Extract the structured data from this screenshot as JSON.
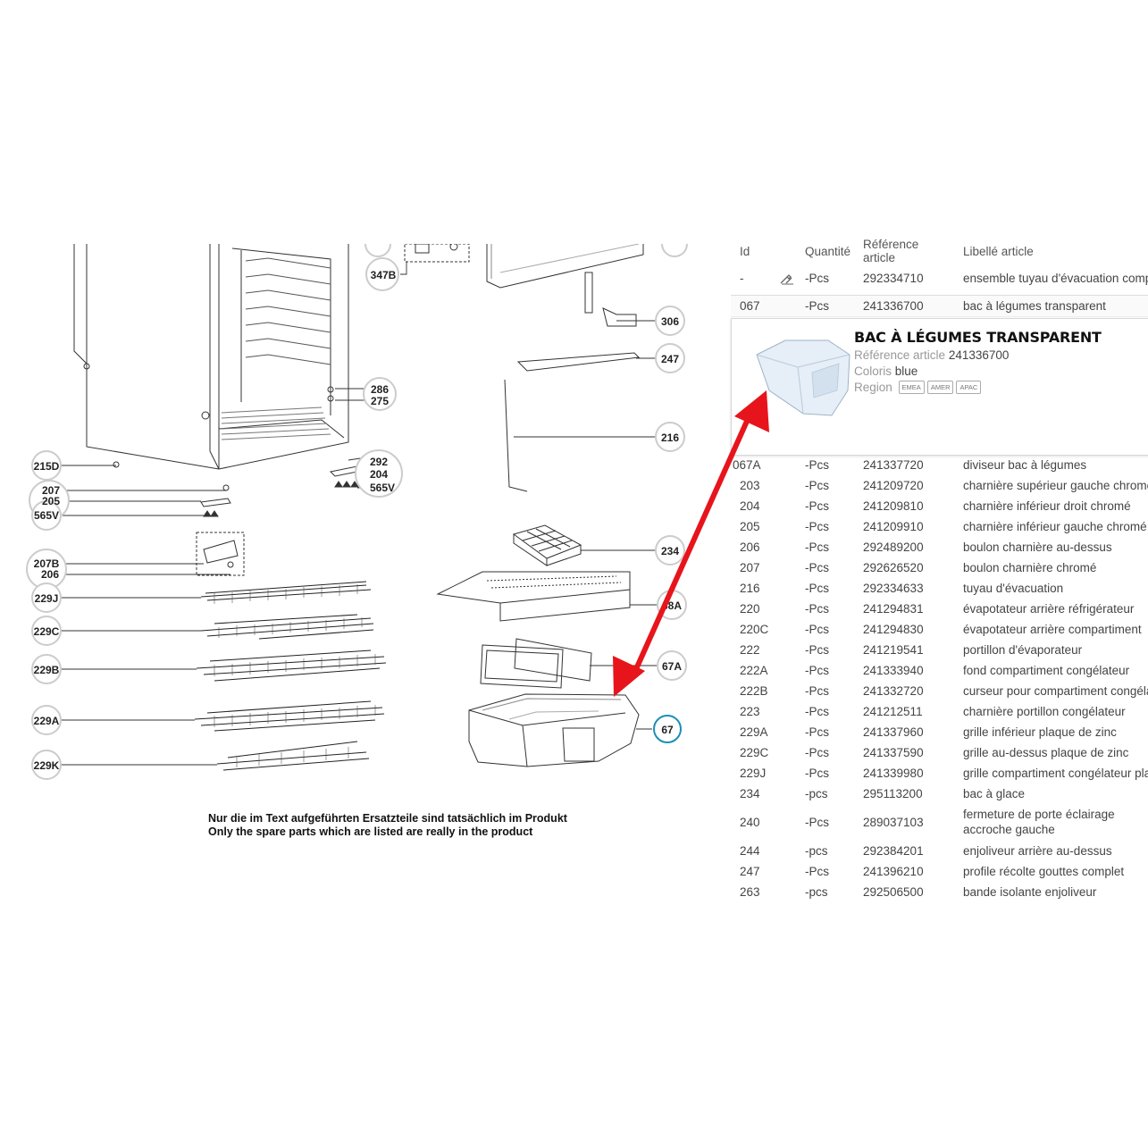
{
  "diagram": {
    "callouts": [
      "347B",
      "306",
      "247",
      "286",
      "275",
      "216",
      "215D",
      "292",
      "204",
      "565V",
      "207",
      "205",
      "565V",
      "234",
      "207B",
      "206",
      "229J",
      "68A",
      "229C",
      "67A",
      "229B",
      "229A",
      "67",
      "229K"
    ],
    "note_line1": "Nur die im Text aufgeführten Ersatzteile sind tatsächlich im Produkt",
    "note_line2": "Only the spare parts which are listed are really in the product",
    "highlight_color": "#1a8fb5",
    "arrow_color": "#e8141c"
  },
  "table": {
    "headers": {
      "id": "Id",
      "qty": "Quantité",
      "ref": "Référence article",
      "label": "Libellé article"
    },
    "rows": [
      {
        "id": "-",
        "qty": "-Pcs",
        "ref": "292334710",
        "label": "ensemble tuyau d'évacuation complet",
        "icon": "tools-icon"
      },
      {
        "id": "067",
        "qty": "-Pcs",
        "ref": "241336700",
        "label": "bac à légumes transparent",
        "selected": true
      },
      {
        "id": "067A",
        "qty": "-Pcs",
        "ref": "241337720",
        "label": "diviseur bac à légumes"
      },
      {
        "id": "203",
        "qty": "-Pcs",
        "ref": "241209720",
        "label": "charnière supérieur gauche chromé"
      },
      {
        "id": "204",
        "qty": "-Pcs",
        "ref": "241209810",
        "label": "charnière inférieur droit chromé"
      },
      {
        "id": "205",
        "qty": "-Pcs",
        "ref": "241209910",
        "label": "charnière inférieur gauche chromé"
      },
      {
        "id": "206",
        "qty": "-Pcs",
        "ref": "292489200",
        "label": "boulon charnière au-dessus"
      },
      {
        "id": "207",
        "qty": "-Pcs",
        "ref": "292626520",
        "label": "boulon charnière chromé"
      },
      {
        "id": "216",
        "qty": "-Pcs",
        "ref": "292334633",
        "label": "tuyau d'évacuation"
      },
      {
        "id": "220",
        "qty": "-Pcs",
        "ref": "241294831",
        "label": "évapotateur arrière réfrigérateur"
      },
      {
        "id": "220C",
        "qty": "-Pcs",
        "ref": "241294830",
        "label": "évapotateur arrière compartiment"
      },
      {
        "id": "222",
        "qty": "-Pcs",
        "ref": "241219541",
        "label": "portillon d'évaporateur"
      },
      {
        "id": "222A",
        "qty": "-Pcs",
        "ref": "241333940",
        "label": "fond compartiment congélateur"
      },
      {
        "id": "222B",
        "qty": "-Pcs",
        "ref": "241332720",
        "label": "curseur pour compartiment congélateur"
      },
      {
        "id": "223",
        "qty": "-Pcs",
        "ref": "241212511",
        "label": "charnière portillon congélateur"
      },
      {
        "id": "229A",
        "qty": "-Pcs",
        "ref": "241337960",
        "label": "grille inférieur plaque de zinc"
      },
      {
        "id": "229C",
        "qty": "-Pcs",
        "ref": "241337590",
        "label": "grille au-dessus plaque de zinc"
      },
      {
        "id": "229J",
        "qty": "-Pcs",
        "ref": "241339980",
        "label": "grille compartiment congélateur plaque"
      },
      {
        "id": "234",
        "qty": "-pcs",
        "ref": "295113200",
        "label": "bac à glace"
      },
      {
        "id": "240",
        "qty": "-Pcs",
        "ref": "289037103",
        "label": "fermeture de porte éclairage accroche gauche"
      },
      {
        "id": "244",
        "qty": "-pcs",
        "ref": "292384201",
        "label": "enjoliveur arrière au-dessus"
      },
      {
        "id": "247",
        "qty": "-Pcs",
        "ref": "241396210",
        "label": "profile récolte gouttes complet"
      },
      {
        "id": "263",
        "qty": "-pcs",
        "ref": "292506500",
        "label": "bande isolante enjoliveur"
      }
    ]
  },
  "popup": {
    "title": "BAC À LÉGUMES TRANSPARENT",
    "ref_label": "Référence article",
    "ref_value": "241336700",
    "color_label": "Coloris",
    "color_value": "blue",
    "region_label": "Region",
    "regions": [
      "EMEA",
      "AMER",
      "APAC"
    ]
  }
}
